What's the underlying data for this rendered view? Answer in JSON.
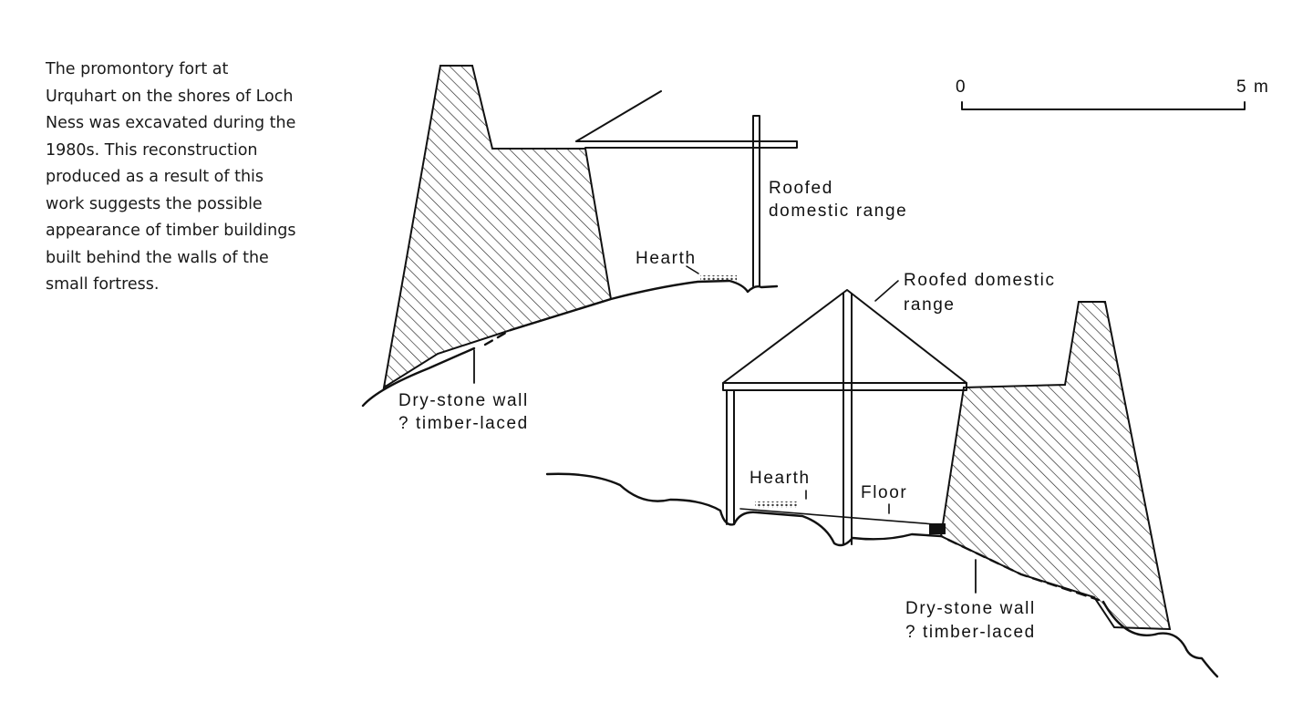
{
  "caption": {
    "lines": [
      "The promontory fort at",
      "Urquhart on the shores of Loch",
      "Ness was excavated during the",
      "1980s. This reconstruction",
      "produced as a result of this",
      "work suggests the possible",
      "appearance of timber buildings",
      "built behind the walls of the",
      "small fortress."
    ]
  },
  "scale": {
    "start": "0",
    "end": "5 m"
  },
  "upper_section": {
    "roof_label_line1": "Roofed",
    "roof_label_line2": "domestic range",
    "hearth_label": "Hearth",
    "wall_label_line1": "Dry-stone wall",
    "wall_label_line2": "? timber-laced"
  },
  "lower_section": {
    "roof_label_line1": "Roofed domestic",
    "roof_label_line2": "range",
    "hearth_label": "Hearth",
    "floor_label": "Floor",
    "wall_label_line1": "Dry-stone wall",
    "wall_label_line2": "? timber-laced"
  }
}
